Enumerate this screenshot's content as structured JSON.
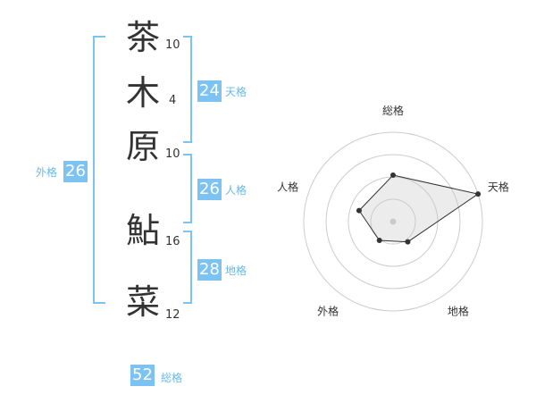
{
  "name": {
    "characters": [
      {
        "char": "茶",
        "strokes": "10"
      },
      {
        "char": "木",
        "strokes": "4"
      },
      {
        "char": "原",
        "strokes": "10"
      },
      {
        "char": "鮎",
        "strokes": "16"
      },
      {
        "char": "菜",
        "strokes": "12"
      }
    ]
  },
  "kakusu": {
    "tenkaku": {
      "value": "24",
      "label": "天格"
    },
    "jinkaku": {
      "value": "26",
      "label": "人格"
    },
    "chikaku": {
      "value": "28",
      "label": "地格"
    },
    "gaikaku": {
      "value": "26",
      "label": "外格"
    },
    "soukaku": {
      "value": "52",
      "label": "総格"
    }
  },
  "colors": {
    "accent": "#7cc3f3",
    "text": "#333333",
    "grid": "#cccccc"
  },
  "chart_data": {
    "type": "radar",
    "axes": [
      "総格",
      "天格",
      "地格",
      "外格",
      "人格"
    ],
    "values": [
      0.52,
      1.0,
      0.28,
      0.26,
      0.4
    ],
    "rings": 4,
    "grid": true
  }
}
